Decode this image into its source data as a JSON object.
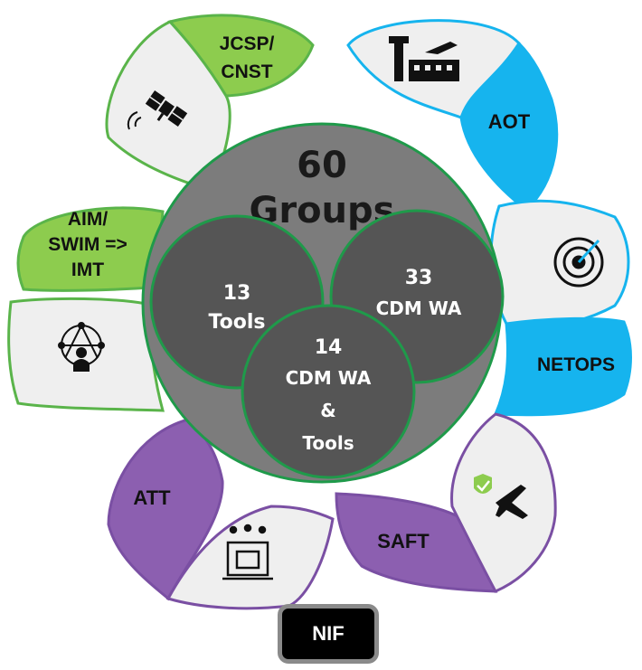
{
  "center": {
    "count": "60",
    "label": "Groups",
    "circles": [
      {
        "count": "13",
        "lines": [
          "Tools"
        ]
      },
      {
        "count": "33",
        "lines": [
          "CDM WA"
        ]
      },
      {
        "count": "14",
        "lines": [
          "CDM WA",
          "&",
          "Tools"
        ]
      }
    ]
  },
  "petals": {
    "jcsp": [
      "JCSP/",
      "CNST"
    ],
    "aot": [
      "AOT"
    ],
    "aim": [
      "AIM/",
      "SWIM =>",
      "IMT"
    ],
    "netops": [
      "NETOPS"
    ],
    "att": [
      "ATT"
    ],
    "saft": [
      "SAFT"
    ]
  },
  "icons": [
    "satellite-icon",
    "airport-tower-icon",
    "radar-icon",
    "network-person-icon",
    "safety-plane-icon",
    "training-board-icon"
  ],
  "nif": {
    "label": "NIF"
  },
  "colors": {
    "green": "#8dcc4e",
    "green_border": "#5ab44a",
    "blue": "#16b4ee",
    "purple": "#8c5fb0",
    "purple_border": "#7a4fa3",
    "petal_fill": "#efefef",
    "outer_circle": "#7c7c7c",
    "inner_circle": "#555555",
    "circle_border": "#1f9a4a"
  }
}
